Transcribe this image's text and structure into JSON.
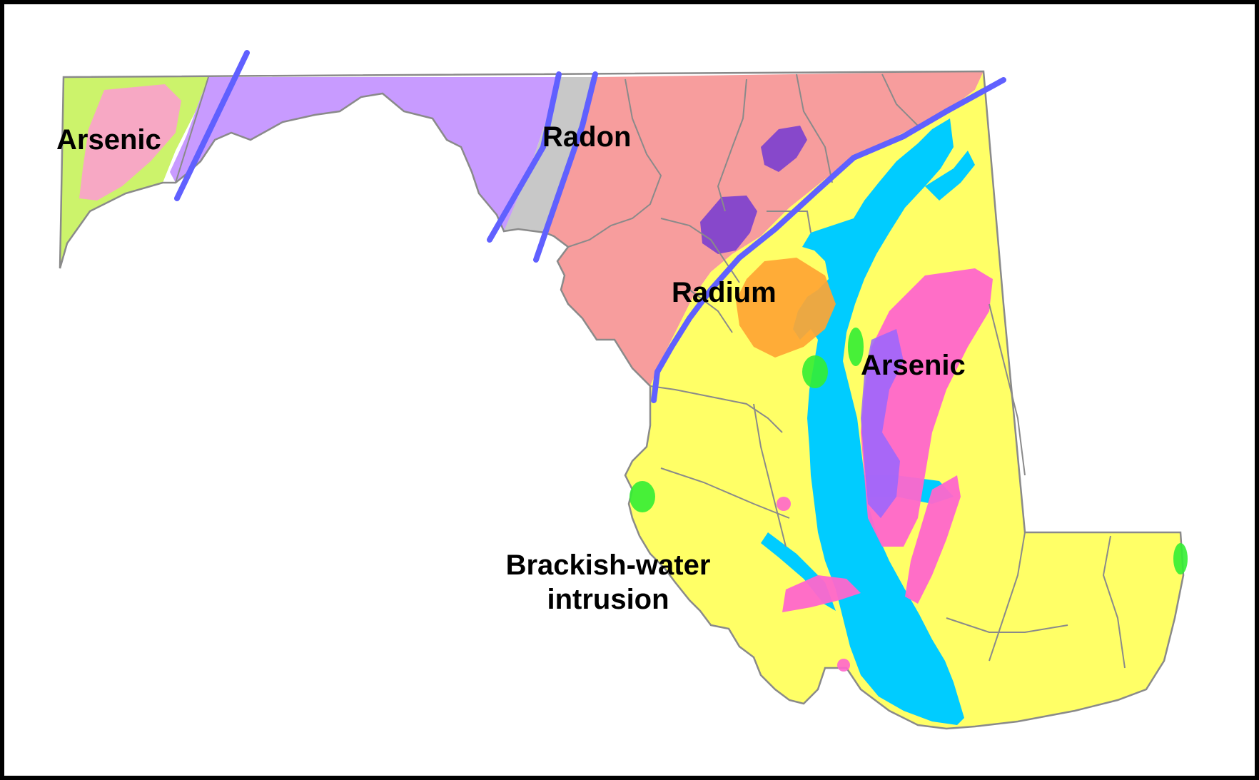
{
  "labels": {
    "arsenic_west": "Arsenic",
    "radon": "Radon",
    "radium": "Radium",
    "arsenic_east": "Arsenic",
    "brackish_line1": "Brackish-water",
    "brackish_line2": "intrusion"
  },
  "colors": {
    "frame": "#000000",
    "background": "#ffffff",
    "region_far_west": "#ccf36b",
    "region_arsenic_west": "#f7a8c4",
    "region_ridge_valley": "#c89bff",
    "region_valley_gray": "#c8c8c8",
    "region_piedmont": "#f79d9d",
    "region_coastal_plain": "#ffff66",
    "bay_water": "#00ccff",
    "radium_zone": "#ffa533",
    "radon_hotspot": "#7a3fd0",
    "arsenic_east_zone": "#ff66cc",
    "arsenic_east_overlap": "#9966ff",
    "brackish_spot": "#33ee33",
    "province_boundary": "#6060ff",
    "county_line": "#8a8a8a"
  },
  "icons": [
    "brackish-water-spot-icon"
  ]
}
